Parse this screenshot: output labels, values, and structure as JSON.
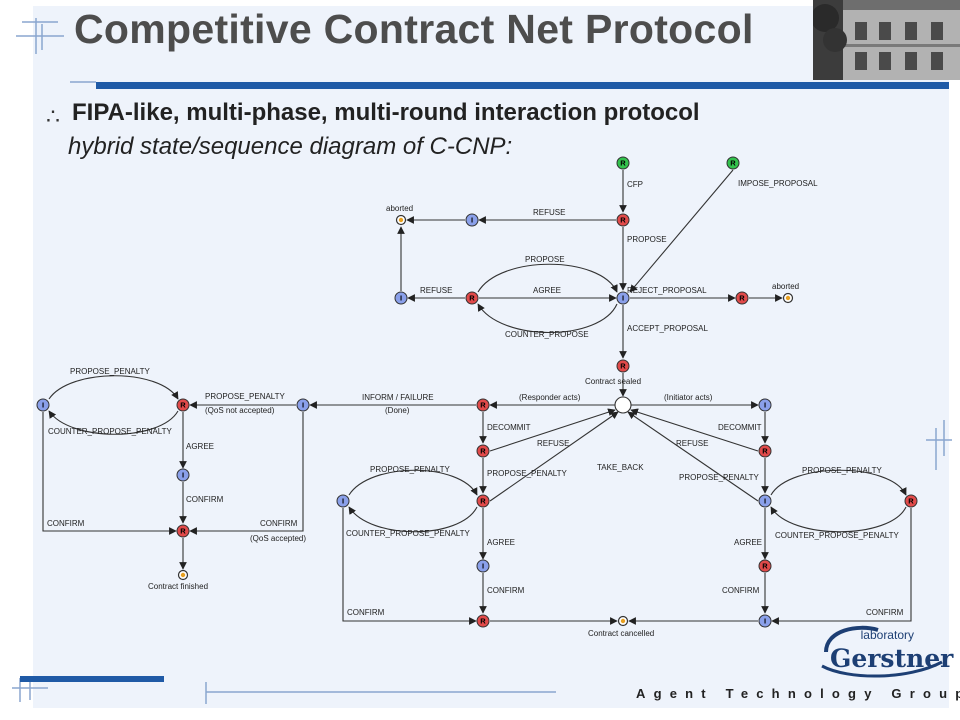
{
  "title": "Competitive Contract Net Protocol",
  "bullet_symbol": "∴",
  "bullet_text": "FIPA-like, multi-phase, multi-round interaction protocol",
  "subtitle": "hybrid state/sequence diagram of C-CNP:",
  "footer": "Agent Technology Group",
  "logo": {
    "small": "laboratory",
    "name": "Gerstner"
  },
  "colors": {
    "accent_blue": "#1f5aa6",
    "initiator_node": "#8aa0ea",
    "responder_node": "#e14a4a",
    "start_node": "#33c24d",
    "title_gray": "#4d4d4d"
  },
  "diagram": {
    "node_letters": {
      "I": "I",
      "R": "R"
    },
    "labels": {
      "cfp": "CFP",
      "impose_proposal": "IMPOSE_PROPOSAL",
      "refuse_top": "REFUSE",
      "aborted_top": "aborted",
      "propose_top": "PROPOSE",
      "propose_curve": "PROPOSE",
      "refuse_left": "REFUSE",
      "agree_mid": "AGREE",
      "reject_proposal": "REJECT_PROPOSAL",
      "aborted_right": "aborted",
      "counter_propose": "COUNTER_PROPOSE",
      "accept_proposal": "ACCEPT_PROPOSAL",
      "contract_sealed": "Contract sealed",
      "propose_penalty_far": "PROPOSE_PENALTY",
      "propose_penalty_left": "PROPOSE_PENALTY",
      "qos_not_accepted": "(QoS not accepted)",
      "inform_failure": "INFORM / FAILURE",
      "done": "(Done)",
      "responder_acts": "(Responder acts)",
      "initiator_acts": "(Initiator acts)",
      "counter_propose_penalty_far": "COUNTER_PROPOSE_PENALTY",
      "agree_left": "AGREE",
      "confirm_left_mid": "CONFIRM",
      "confirm_far_left": "CONFIRM",
      "confirm_left": "CONFIRM",
      "qos_accepted": "(QoS accepted)",
      "contract_finished": "Contract finished",
      "decommit_left": "DECOMMIT",
      "refuse_center_left": "REFUSE",
      "decommit_right": "DECOMMIT",
      "refuse_center_right": "REFUSE",
      "take_back": "TAKE_BACK",
      "propose_penalty_cl": "PROPOSE_PENALTY",
      "propose_penalty_cl2": "PROPOSE_PENALTY",
      "propose_penalty_cr": "PROPOSE_PENALTY",
      "propose_penalty_cr2": "PROPOSE_PENALTY",
      "counter_propose_penalty_cl": "COUNTER_PROPOSE_PENALTY",
      "counter_propose_penalty_cr": "COUNTER_PROPOSE_PENALTY",
      "agree_cl": "AGREE",
      "agree_cr": "AGREE",
      "confirm_cl": "CONFIRM",
      "confirm_cr": "CONFIRM",
      "confirm_bottom_left": "CONFIRM",
      "confirm_bottom_right": "CONFIRM",
      "contract_cancelled": "Contract cancelled"
    }
  }
}
